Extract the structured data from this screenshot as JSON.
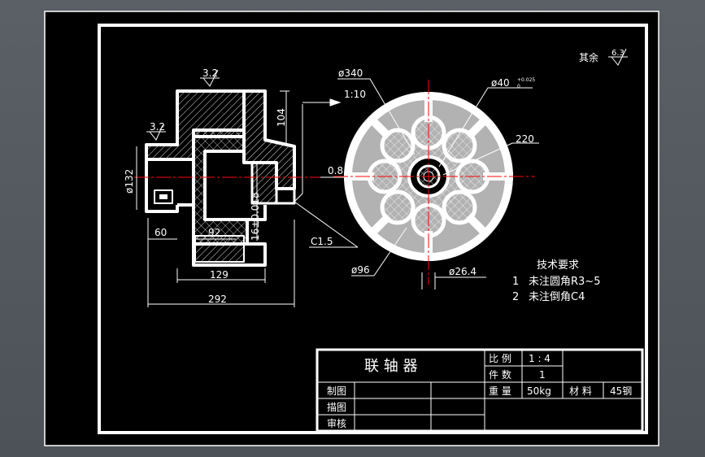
{
  "colors": {
    "background": "#000000",
    "line": "#ffffff",
    "centerline": "#ff0000",
    "outer_surround": "#52585d"
  },
  "roughness": {
    "other_label": "其余",
    "other_value": "6.3",
    "top_value": "3.2",
    "left_value": "3.2",
    "right_value": "0.8"
  },
  "dimensions": {
    "d132": "ø132",
    "l104": "104",
    "taper": "1:10",
    "l60": "60",
    "l92": "92",
    "l129": "129",
    "l292": "292",
    "chamfer": "C1.5",
    "bore_tol": "16±0.018",
    "d340": "ø340",
    "d40": "ø40",
    "d40_tol": "+0.025",
    "d40_tol_low": "0",
    "r220": "220",
    "d96": "ø96",
    "d26": "ø26.4"
  },
  "tech": {
    "title": "技术要求",
    "items": [
      {
        "num": "1",
        "text": "未注圆角R3~5"
      },
      {
        "num": "2",
        "text": "未注倒角C4"
      }
    ]
  },
  "title_block": {
    "name": "联 轴 器",
    "scale_label": "比 例",
    "scale_value": "1 : 4",
    "count_label": "件 数",
    "count_value": "1",
    "weight_label": "重 量",
    "weight_value": "50kg",
    "material_label": "材 料",
    "material_value": "45钢",
    "drawn": "制图",
    "traced": "描图",
    "checked": "审核"
  }
}
